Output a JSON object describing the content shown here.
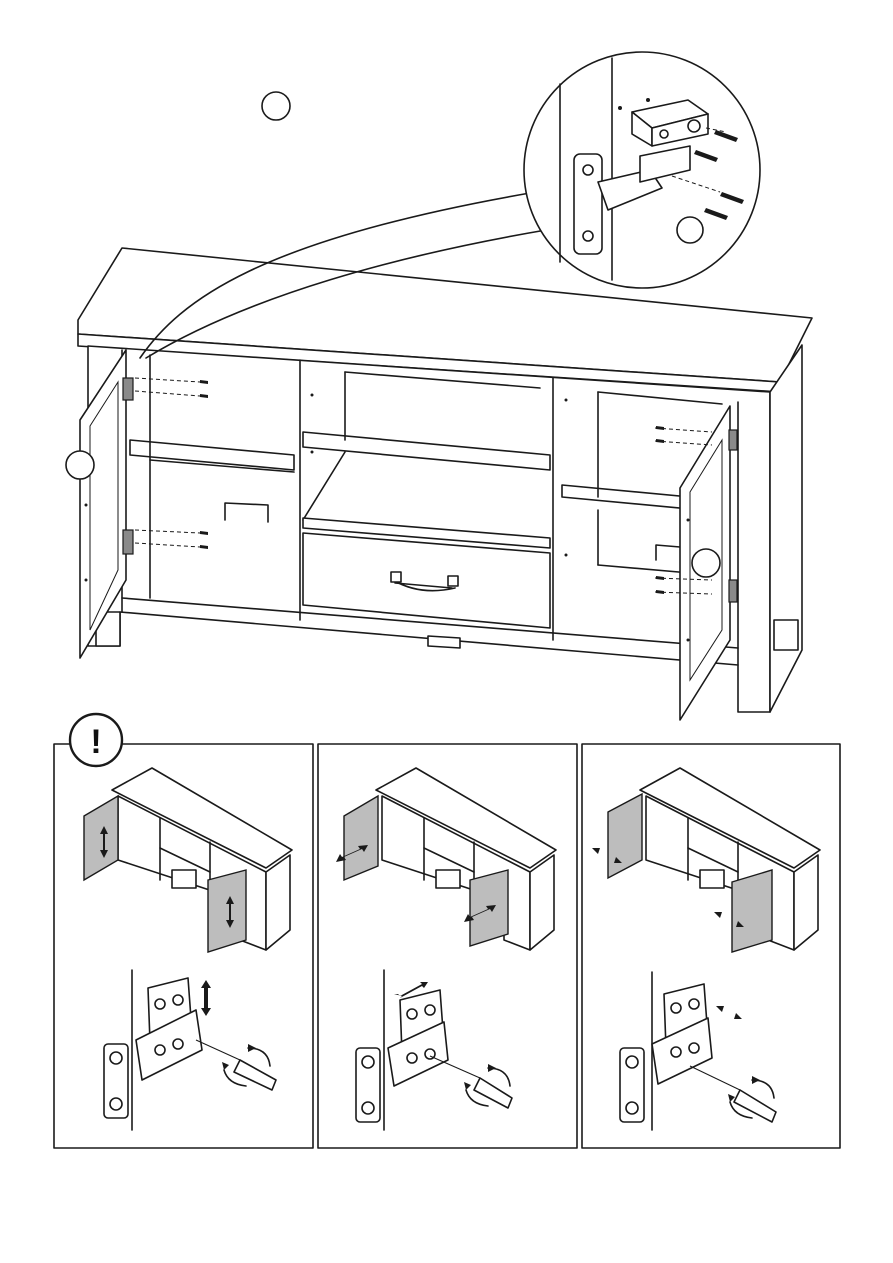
{
  "page": {
    "title": "",
    "step_number": ""
  },
  "warning": {
    "symbol": "!",
    "icon": "warning-exclamation-icon"
  },
  "panels": [
    {
      "id": "vertical",
      "adjustment": "up-down",
      "icon": "double-arrow-vertical-icon"
    },
    {
      "id": "depth",
      "adjustment": "in-out",
      "icon": "double-arrow-diagonal-icon"
    },
    {
      "id": "lateral",
      "adjustment": "side-to-side",
      "icon": "double-arrow-horizontal-icon"
    }
  ],
  "callouts": [
    {
      "id": "hinge-detail",
      "label": ""
    },
    {
      "id": "left-door",
      "label": ""
    },
    {
      "id": "right-door",
      "label": ""
    },
    {
      "id": "top-ref",
      "label": ""
    }
  ]
}
